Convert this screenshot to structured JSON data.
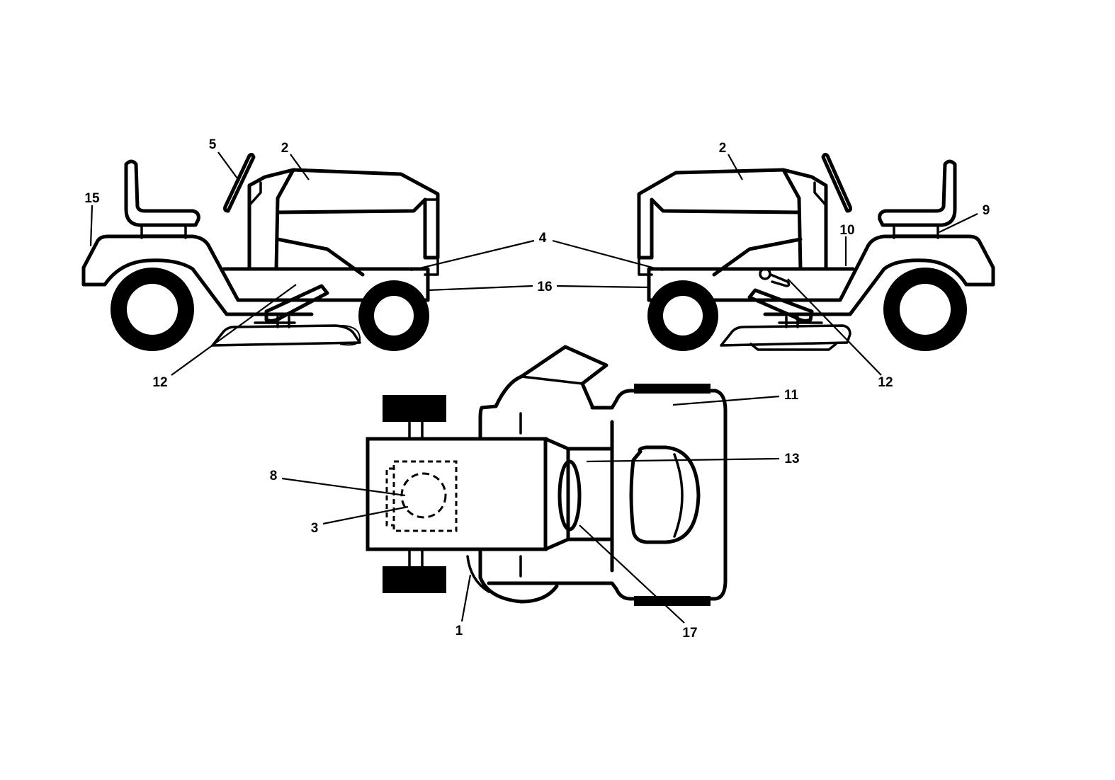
{
  "callouts": {
    "c1": "1",
    "c2_left": "2",
    "c2_right": "2",
    "c3": "3",
    "c4": "4",
    "c5": "5",
    "c8": "8",
    "c9": "9",
    "c10": "10",
    "c11": "11",
    "c12_left": "12",
    "c12_right": "12",
    "c13": "13",
    "c15": "15",
    "c16": "16",
    "c17": "17"
  }
}
